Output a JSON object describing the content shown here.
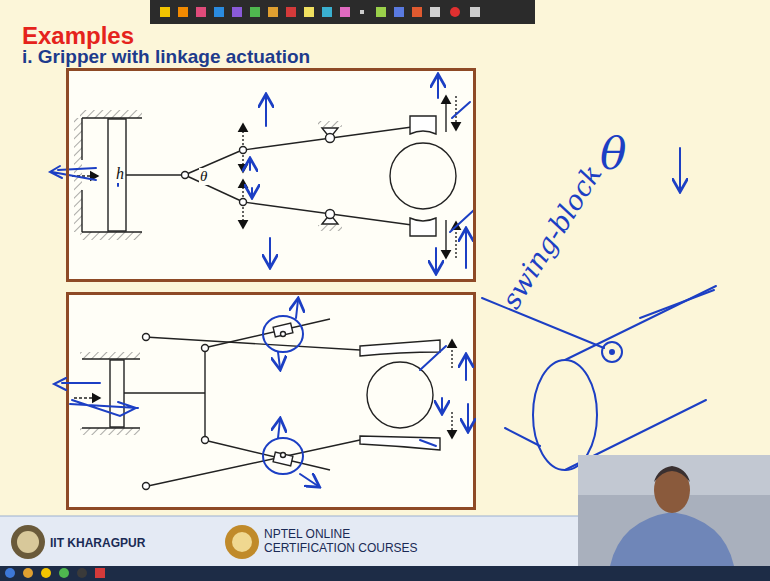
{
  "diagram": {
    "title": "Examples",
    "nodes": [
      {
        "text": [
          "h",
          "θ"
        ]
      }
    ],
    "labels": [
      "i. Gripper with linkage actuation",
      "θ",
      "swing-block",
      "IIT KHARAGPUR",
      "NPTEL ONLINE CERTIFICATION COURSES"
    ]
  }
}
